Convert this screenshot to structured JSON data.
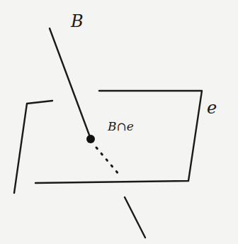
{
  "diagram": {
    "labels": [
      "B",
      "B∩e",
      "e"
    ]
  }
}
